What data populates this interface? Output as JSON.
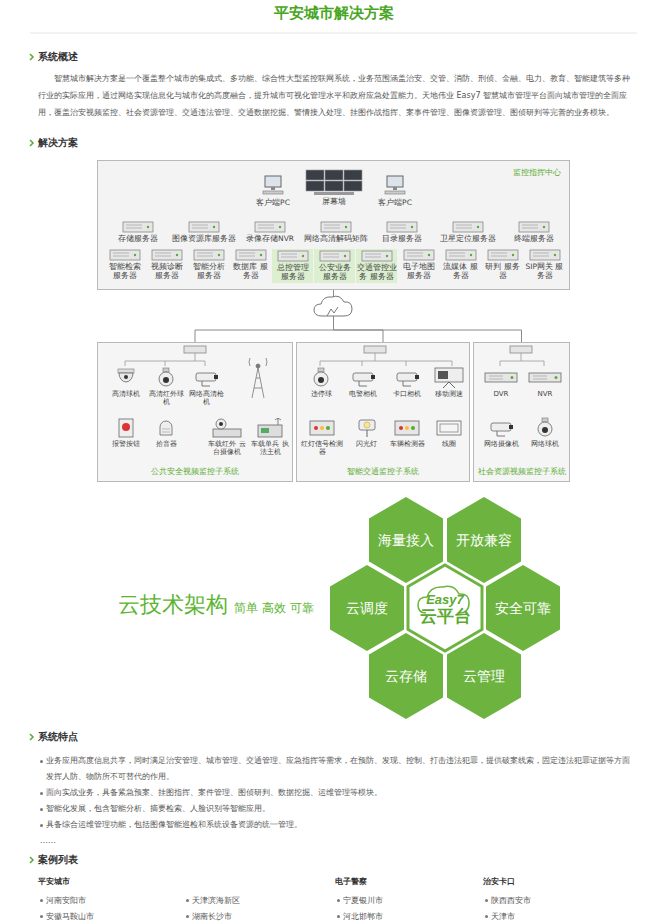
{
  "diagram": {
    "title": "平安城市解决方案",
    "nodes": [
      {
        "text": [
          "监控指挥中心"
        ]
      },
      {
        "text": [
          "客户端PC"
        ],
        "in": 0
      },
      {
        "text": [
          "屏幕墙"
        ],
        "in": 0
      },
      {
        "text": [
          "客户端PC"
        ],
        "in": 0
      },
      {
        "text": [
          "存储服务器"
        ],
        "in": 0
      },
      {
        "text": [
          "图像资源库服务器"
        ],
        "in": 0
      },
      {
        "text": [
          "录像存储NVR"
        ],
        "in": 0
      },
      {
        "text": [
          "网络高清解码矩阵"
        ],
        "in": 0
      },
      {
        "text": [
          "目录服务器"
        ],
        "in": 0
      },
      {
        "text": [
          "卫星定位服务器"
        ],
        "in": 0
      },
      {
        "text": [
          "终端服务器"
        ],
        "in": 0
      },
      {
        "text": [
          "智能检索 服务器"
        ],
        "in": 0
      },
      {
        "text": [
          "视频诊断 服务器"
        ],
        "in": 0
      },
      {
        "text": [
          "智能分析 服务器"
        ],
        "in": 0
      },
      {
        "text": [
          "数据库 服务器"
        ],
        "in": 0
      },
      {
        "text": [
          "总控管理 服务器"
        ],
        "in": 0
      },
      {
        "text": [
          "公安业务 服务器"
        ],
        "in": 0
      },
      {
        "text": [
          "交通管控业务 服务器"
        ],
        "in": 0
      },
      {
        "text": [
          "电子地图 服务器"
        ],
        "in": 0
      },
      {
        "text": [
          "流媒体 服务器"
        ],
        "in": 0
      },
      {
        "text": [
          "研判 服务器"
        ],
        "in": 0
      },
      {
        "text": [
          "SIP网关 服务器"
        ],
        "in": 0
      },
      {
        "text": [
          "公共安全视频监控子系统"
        ]
      },
      {
        "text": [
          "高清球机"
        ],
        "in": 22
      },
      {
        "text": [
          "高清红外球机"
        ],
        "in": 22
      },
      {
        "text": [
          "网络高清枪机"
        ],
        "in": 22
      },
      {
        "text": [
          "报警按钮"
        ],
        "in": 22
      },
      {
        "text": [
          "拾音器"
        ],
        "in": 22
      },
      {
        "text": [
          "车载红外 云台摄像机"
        ],
        "in": 22
      },
      {
        "text": [
          "车载单兵 执法主机"
        ],
        "in": 22
      },
      {
        "text": [
          "智能交通监控子系统"
        ]
      },
      {
        "text": [
          "违停球"
        ],
        "in": 30
      },
      {
        "text": [
          "电警相机"
        ],
        "in": 30
      },
      {
        "text": [
          "卡口相机"
        ],
        "in": 30
      },
      {
        "text": [
          "移动测速"
        ],
        "in": 30
      },
      {
        "text": [
          "红灯信号检测器"
        ],
        "in": 30
      },
      {
        "text": [
          "闪光灯"
        ],
        "in": 30
      },
      {
        "text": [
          "车辆检测器"
        ],
        "in": 30
      },
      {
        "text": [
          "线圈"
        ],
        "in": 30
      },
      {
        "text": [
          "社会资源视频监控子系统"
        ]
      },
      {
        "text": [
          "DVR"
        ],
        "in": 39
      },
      {
        "text": [
          "NVR"
        ],
        "in": 39
      },
      {
        "text": [
          "网络摄像机"
        ],
        "in": 39
      },
      {
        "text": [
          "网络球机"
        ],
        "in": 39
      },
      {
        "text": [
          "海量接入"
        ]
      },
      {
        "text": [
          "开放兼容"
        ]
      },
      {
        "text": [
          "云调度"
        ]
      },
      {
        "text": [
          "Easy7",
          "云平台"
        ]
      },
      {
        "text": [
          "安全可靠"
        ]
      },
      {
        "text": [
          "云存储"
        ]
      },
      {
        "text": [
          "云管理"
        ]
      }
    ],
    "edges": [
      {
        "from": 0,
        "to": 22,
        "arrow": "none"
      },
      {
        "from": 0,
        "to": 30,
        "arrow": "none"
      },
      {
        "from": 0,
        "to": 39,
        "arrow": "none"
      }
    ],
    "labels": [
      "系统概述",
      "智慧城市解决方案是一个覆盖整个城市的集成式、多功能、综合性大型监控联网系统，业务范围涵盖治安、交管、消防、刑侦、金融、电力、教育、智能建筑等多种行业的实际应用，通过网络实现信息化与城市化的高度融合，提升城市可视化管理水平和政府应急处置能力。天地伟业 Easy7 智慧城市管理平台面向城市管理的全面应用，覆盖治安视频监控、社会资源管理、交通违法管理、交通数据挖掘、警情接入处理、挂图作战指挥、案事件管理、图像资源管理、图侦研判等完善的业务模块。",
      "解决方案",
      "系统特点",
      "业务应用高度信息共享，同时满足治安管理、城市管理、交通管理、应急指挥等需求，在预防、发现、控制、打击违法犯罪，提供破案线索，固定违法犯罪证据等方面发挥人防、物防所不可替代的作用。",
      "面向实战业务，具备紧急预案、挂图指挥、案件管理、图侦研判、数据挖掘、运维管理等模块。",
      "智能化发展，包含智能分析、摘要检索、人脸识别等智能应用。",
      "具备综合运维管理功能，包括图像智能巡检和系统设备资源的统一管理。",
      "……",
      "案例列表",
      "平安城市",
      "河南安阳市",
      "安徽马鞍山市",
      "天津滨海新区",
      "湖南长沙市",
      "电子警察",
      "宁夏银川市",
      "河北邯郸市",
      "治安卡口",
      "陕西西安市",
      "天津市",
      "云技术架构",
      "简单 高效 可靠"
    ]
  }
}
